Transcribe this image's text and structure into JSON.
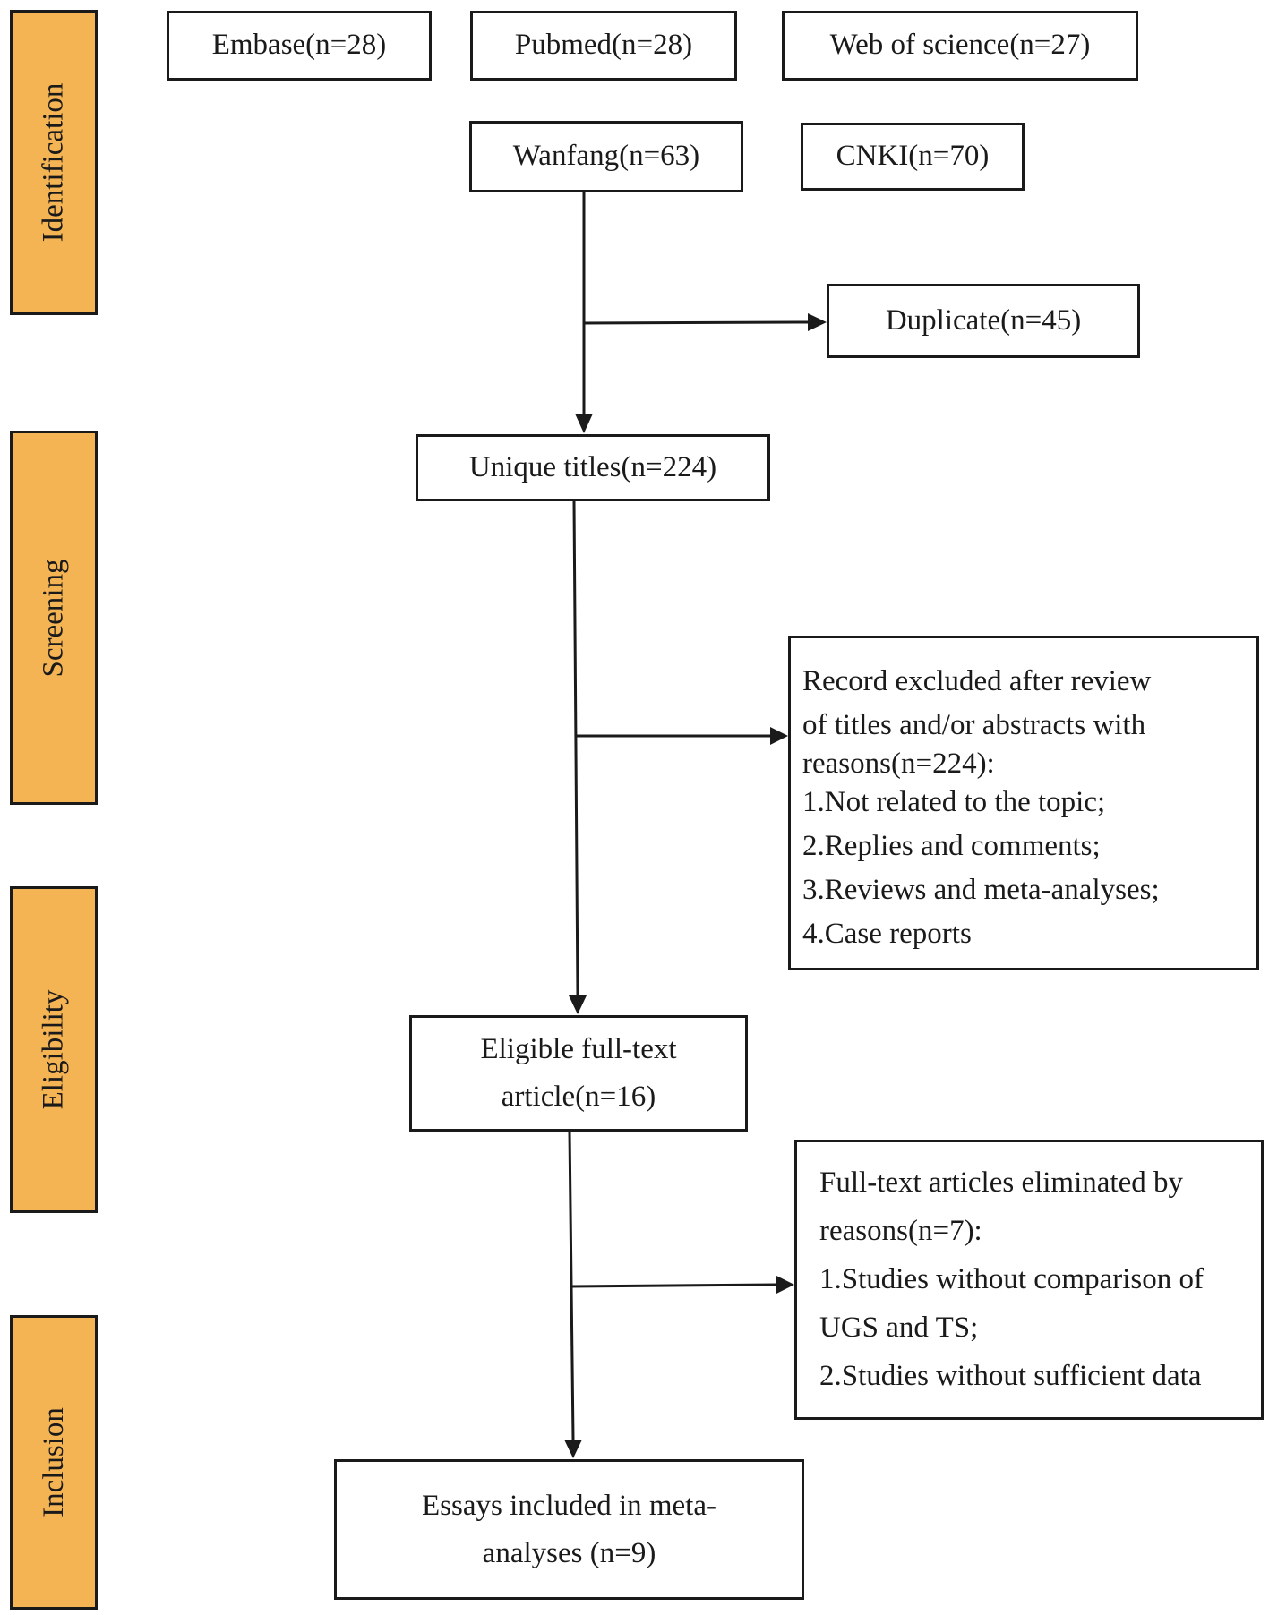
{
  "phases": {
    "identification": "Identification",
    "screening": "Screening",
    "eligibility": "Eligibility",
    "inclusion": "Inclusion"
  },
  "sources": {
    "embase": "Embase(n=28)",
    "pubmed": "Pubmed(n=28)",
    "web_of_science": "Web of science(n=27)",
    "wanfang": "Wanfang(n=63)",
    "cnki": "CNKI(n=70)"
  },
  "duplicate": "Duplicate(n=45)",
  "unique_titles": "Unique titles(n=224)",
  "excluded_after_review": {
    "lines": [
      "Record excluded after review",
      "of  titles and/or abstracts with",
      "reasons(n=224):",
      "1.Not related to the topic;",
      "2.Replies and comments;",
      "3.Reviews and meta-analyses;",
      "4.Case reports"
    ]
  },
  "eligible": {
    "lines": [
      "Eligible full-text",
      "article(n=16)"
    ]
  },
  "eliminated": {
    "lines": [
      "Full-text articles eliminated by",
      "reasons(n=7):",
      "1.Studies without comparison of",
      "UGS and TS;",
      "2.Studies without sufficient data"
    ]
  },
  "included": {
    "lines": [
      "Essays included in meta-",
      "analyses (n=9)"
    ]
  }
}
